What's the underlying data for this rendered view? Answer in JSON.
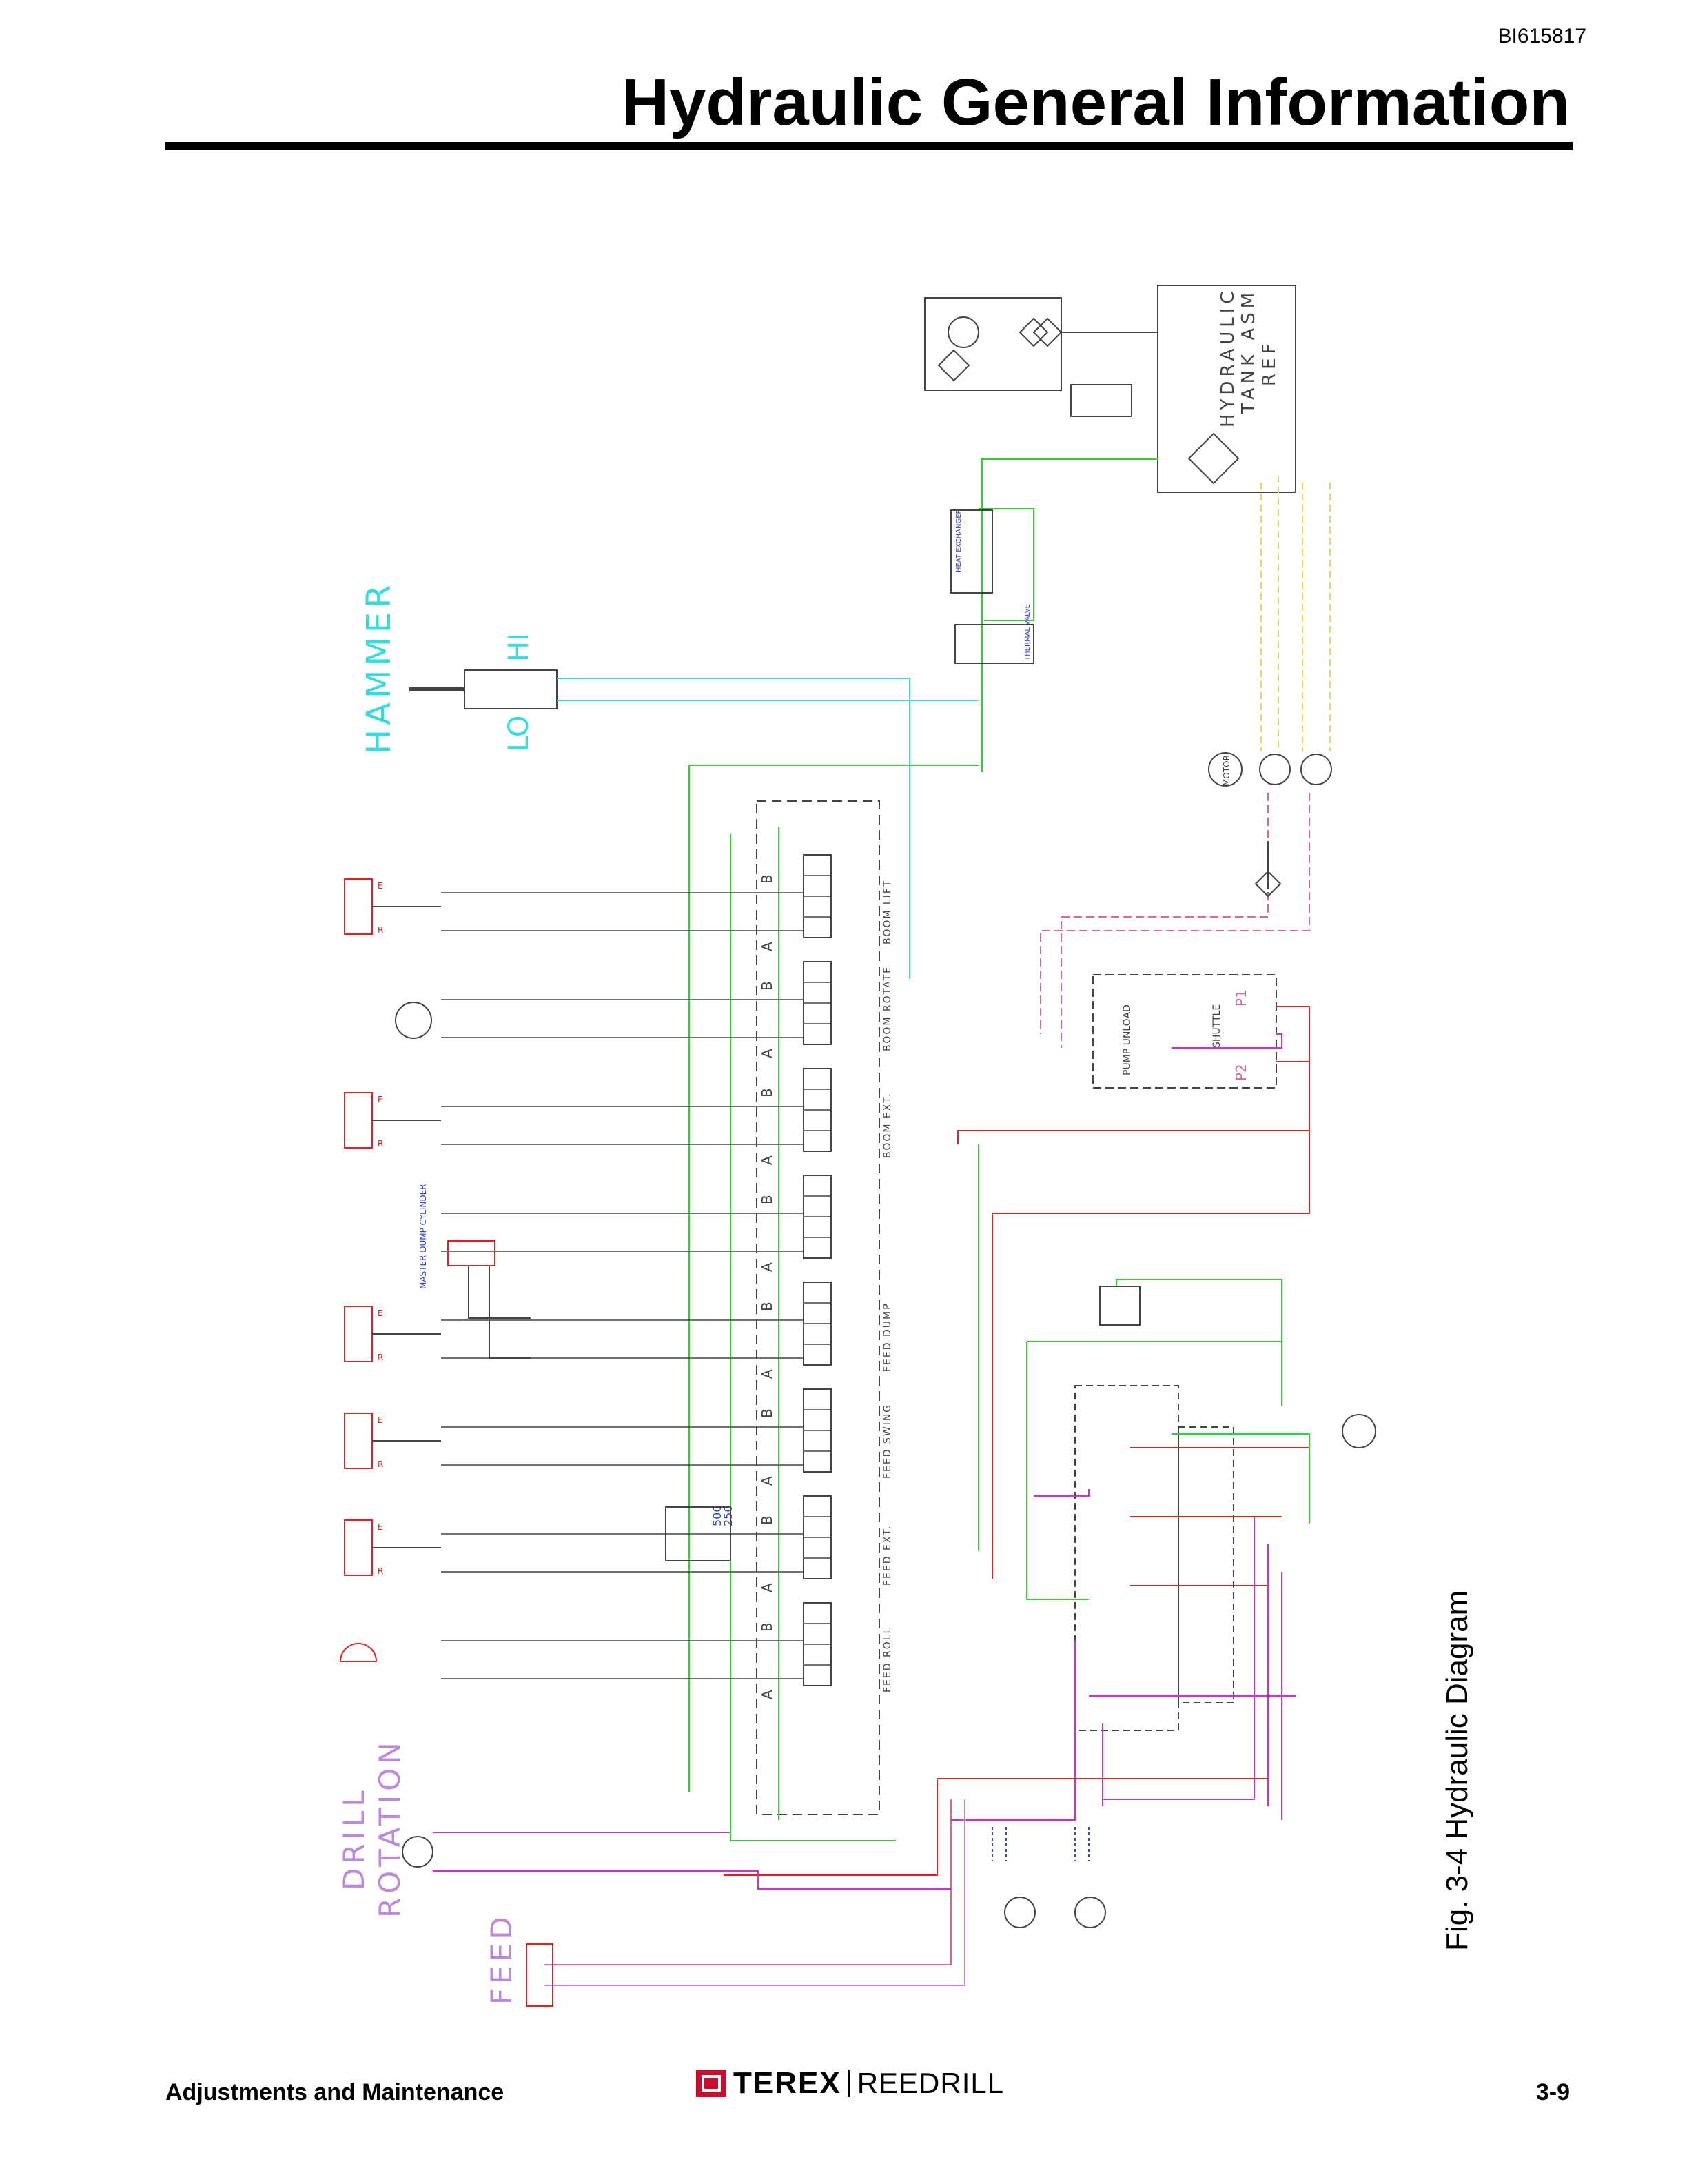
{
  "header": {
    "doc_id": "BI615817",
    "title": "Hydraulic  General Information"
  },
  "diagram": {
    "tank_label_line1": "HYDRAULIC",
    "tank_label_line2": "TANK ASM",
    "tank_label_line3": "REF",
    "heat_exchanger": "HEAT EXCHANGER",
    "thermal_valve": "THERMAL VALVE",
    "hammer": "HAMMER",
    "lo": "LO",
    "hi": "HI",
    "motor": "MOTOR",
    "valve_sections": [
      "BOOM LIFT",
      "BOOM ROTATE",
      "BOOM EXT.",
      "",
      "FEED DUMP",
      "FEED SWING",
      "FEED EXT.",
      "FEED ROLL"
    ],
    "port_a": "A",
    "port_b": "B",
    "master_dump": "MASTER DUMP CYLINDER",
    "pump_unload": "PUMP UNLOAD",
    "shuttle": "SHUTTLE",
    "p1": "P1",
    "p2": "P2",
    "drill_rotation_line1": "DRILL",
    "drill_rotation_line2": "ROTATION",
    "feed": "FEED",
    "relief_1": "500",
    "relief_2": "250",
    "cyl_e": "E",
    "cyl_r": "R"
  },
  "colors": {
    "green": "#33cc33",
    "light_green": "#99dd99",
    "cyan": "#33dddd",
    "red": "#dd2222",
    "pink": "#dd6699",
    "magenta": "#cc33cc",
    "lavender": "#bb88dd",
    "yellow": "#dddd55",
    "blue": "#3344cc",
    "gray": "#444444"
  },
  "caption": "Fig. 3-4 Hydraulic Diagram",
  "footer": {
    "left": "Adjustments and Maintenance",
    "brand": "TEREX",
    "brand_sub": "REEDRILL",
    "page": "3-9"
  }
}
